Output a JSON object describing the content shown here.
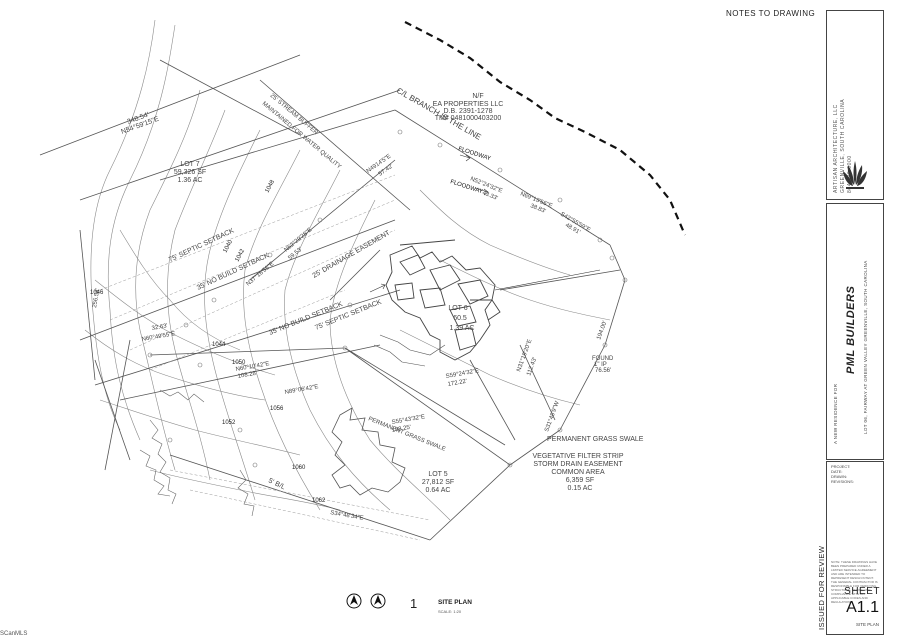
{
  "notes_label": "NOTES TO DRAWING",
  "title_block": {
    "firm_lines": [
      "ARTISAN ARCHITECTURE, LLC",
      "GREENVILLE, SOUTH CAROLINA",
      "864.000.0000"
    ],
    "project_line": "A NEW RESIDENCE FOR",
    "client": "PML BUILDERS",
    "address": "LOT 06, FAIRWAY AT GREEN VALLEY        GREENVILLE, SOUTH CAROLINA",
    "meta_lines": [
      "PROJECT:",
      "DATE:",
      "DRAWN:",
      "REVISIONS:"
    ],
    "fine_print": "NOTE: THESE DRAWINGS HAVE BEEN PREPARED UNDER A LIMITED SERVICE AGREEMENT AND ARE INTENDED TO REPRESENT DESIGN INTENT. THE GENERAL CONTRACTOR IS RESPONSIBLE FOR VERIFYING STRUCTURAL DESIGN AND COMPLIANCE WITH ALL APPLICABLE CODES AND REGULATIONS.",
    "review_stamp": "ISSUED FOR REVIEW",
    "sheet_label": "SHEET",
    "sheet_number": "A1.1",
    "sheet_name": "SITE PLAN"
  },
  "drawing": {
    "number": "1",
    "title": "SITE PLAN",
    "scale": "SCALE: 1:20"
  },
  "plan_labels": {
    "branch": "C/L BRANCH IS THE LINE",
    "floodway_1": "FLOODWAY",
    "floodway_2": "FLOODWAY",
    "owner_1": "N/F",
    "owner_2": "EA PROPERTIES LLC",
    "owner_3": "D.B. 2391-1278",
    "owner_4": "TM# 0481000403200",
    "lot7_1": "LOT 7",
    "lot7_2": "59,326 SF",
    "lot7_3": "1.36 AC",
    "lot6_1": "LOT 6",
    "lot6_2": "60.5",
    "lot6_3": "1.39 AC",
    "lot5_1": "LOT 5",
    "lot5_2": "27,812 SF",
    "lot5_3": "0.64 AC",
    "setback_septic_1": "75' SEPTIC SETBACK",
    "setback_septic_2": "75' SEPTIC SETBACK",
    "nobuild_1": "35' NO BUILD SETBACK",
    "nobuild_2": "35' NO BUILD SETBACK",
    "drainage": "25' DRAINAGE EASEMENT",
    "stream_buffer": "25' STREAM BUFFER",
    "maintained": "MAINTAINED FOR WATER QUALITY",
    "perm_swale_1": "PERMANENT GRASS SWALE",
    "perm_swale_2": "PERMANENT GRASS SWALE",
    "veg_1": "VEGETATIVE FILTER STRIP",
    "veg_2": "STORM DRAIN EASEMENT",
    "veg_3": "COMMON AREA",
    "veg_4": "6,359 SF",
    "veg_5": "0.15 AC",
    "sbl": "5' B/L",
    "found_1": "FOUND",
    "found_2": "1\" IP",
    "found_3": "76.56'",
    "contour_1040": "1040",
    "contour_1042": "1042",
    "contour_1044": "1044",
    "contour_1046": "1046",
    "contour_1048": "1048",
    "contour_1050": "1050",
    "contour_1052": "1052",
    "contour_1056": "1056",
    "contour_1060": "1060",
    "contour_1062": "1062",
    "b_34854": "348.54'",
    "b_n5459": "N54°59'15\"E",
    "b_n4914": "N4914'5\"E",
    "b_5742": "57.42'",
    "b_n5224": "N52°24'32\"E",
    "b_4333": "43.33'",
    "b_n6913": "N69°13'56\"E",
    "b_3883": "38.83'",
    "b_s4255": "S42°55'59\"E",
    "b_4891": "48.91'",
    "b_n6229": "N62°29'28\"E",
    "b_5953": "59.53'",
    "b_n3716": "N37°16'56\"E",
    "b_3263": "32.63'",
    "b_n6049": "N60°49'55\"E",
    "b_25653": "256.53'",
    "b_n6010": "N60°10'42\"E",
    "b_10828": "108.28'",
    "b_n8906": "N89°06'42\"E",
    "b_s5543": "S55°43'32\"E",
    "b_18825": "188.25'",
    "b_s3448": "S34°48'34\"E",
    "b_s5924": "S59°24'32\"E",
    "b_17222": "172.22'",
    "b_n3119": "N31°19'20\"E",
    "b_11243": "112.43'",
    "b_s3148": "S31°48'9\"W",
    "b_19400": "194.00'"
  },
  "watermark": "SCanMLS"
}
